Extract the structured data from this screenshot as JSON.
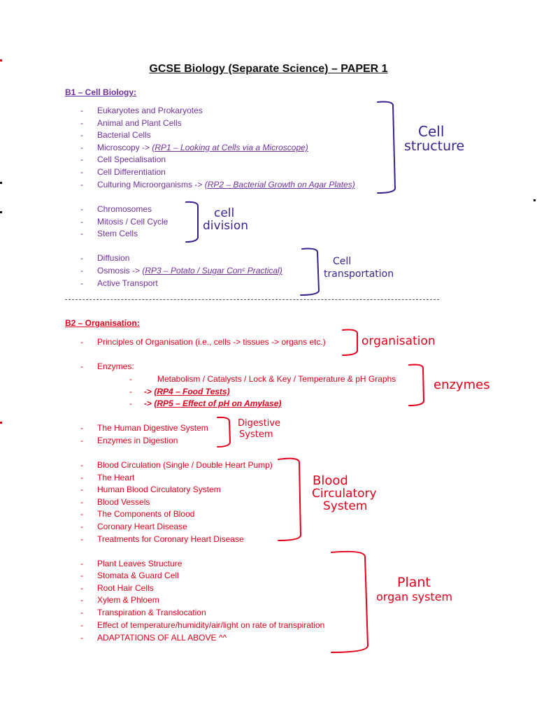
{
  "title": "GCSE Biology (Separate Science) – PAPER 1",
  "b1": {
    "heading": "B1 – Cell Biology:",
    "items": [
      {
        "text": "Eukaryotes and Prokaryotes",
        "rp": ""
      },
      {
        "text": "Animal and Plant Cells",
        "rp": ""
      },
      {
        "text": "Bacterial Cells",
        "rp": ""
      },
      {
        "text": "Microscopy -> ",
        "rp": "(RP1 – Looking at Cells via a Microscope)"
      },
      {
        "text": "Cell Specialisation",
        "rp": ""
      },
      {
        "text": "Cell Differentiation",
        "rp": ""
      },
      {
        "text": "Culturing Microorganisms -> ",
        "rp": "(RP2 – Bacterial Growth on Agar Plates)"
      },
      {
        "text": "Chromosomes",
        "rp": ""
      },
      {
        "text": "Mitosis / Cell Cycle",
        "rp": ""
      },
      {
        "text": "Stem Cells",
        "rp": ""
      },
      {
        "text": "Diffusion",
        "rp": ""
      },
      {
        "text": "Osmosis -> ",
        "rp": "(RP3 – Potato / Sugar Conᶜ Practical)"
      },
      {
        "text": "Active Transport",
        "rp": ""
      }
    ]
  },
  "b2": {
    "heading": "B2 – Organisation:",
    "items": [
      {
        "text": "Principles of Organisation (i.e., cells -> tissues -> organs etc.)",
        "rp": ""
      },
      {
        "text": "Enzymes:",
        "rp": ""
      },
      {
        "text": "Metabolism / Catalysts / Lock & Key / Temperature & pH Graphs",
        "rp": ""
      },
      {
        "text": "-> ",
        "rp": "(RP4 – Food Tests)"
      },
      {
        "text": "-> ",
        "rp": "(RP5 – Effect of pH on Amylase)"
      },
      {
        "text": "The Human Digestive System",
        "rp": ""
      },
      {
        "text": "Enzymes in Digestion",
        "rp": ""
      },
      {
        "text": "Blood Circulation (Single / Double Heart Pump)",
        "rp": ""
      },
      {
        "text": "The Heart",
        "rp": ""
      },
      {
        "text": "Human Blood Circulatory System",
        "rp": ""
      },
      {
        "text": "Blood Vessels",
        "rp": ""
      },
      {
        "text": "The Components of Blood",
        "rp": ""
      },
      {
        "text": "Coronary Heart Disease",
        "rp": ""
      },
      {
        "text": "Treatments for Coronary Heart Disease",
        "rp": ""
      },
      {
        "text": "Plant Leaves Structure",
        "rp": ""
      },
      {
        "text": "Stomata & Guard Cell",
        "rp": ""
      },
      {
        "text": "Root Hair Cells",
        "rp": ""
      },
      {
        "text": "Xylem & Phloem",
        "rp": ""
      },
      {
        "text": "Transpiration & Translocation",
        "rp": ""
      },
      {
        "text": "Effect of temperature/humidity/air/light on rate of transpiration",
        "rp": ""
      },
      {
        "text": "ADAPTATIONS OF ALL ABOVE ^^",
        "rp": ""
      }
    ]
  },
  "bullet": "-",
  "annotations": {
    "cell_structure_1": "Cell",
    "cell_structure_2": "structure",
    "cell_division_1": "cell",
    "cell_division_2": "division",
    "cell_transportation_1": "Cell",
    "cell_transportation_2": "transportation",
    "organisation": "organisation",
    "enzymes": "enzymes",
    "digestive_1": "Digestive",
    "digestive_2": "System",
    "blood_1": "Blood",
    "blood_2": "Circulatory",
    "blood_3": "System",
    "plant_1": "Plant",
    "plant_2": "organ system"
  },
  "colors": {
    "b1_text": "#7030a0",
    "b2_text": "#e2001a",
    "ink_purple": "#3a1f8f",
    "ink_red": "#e2001a"
  }
}
